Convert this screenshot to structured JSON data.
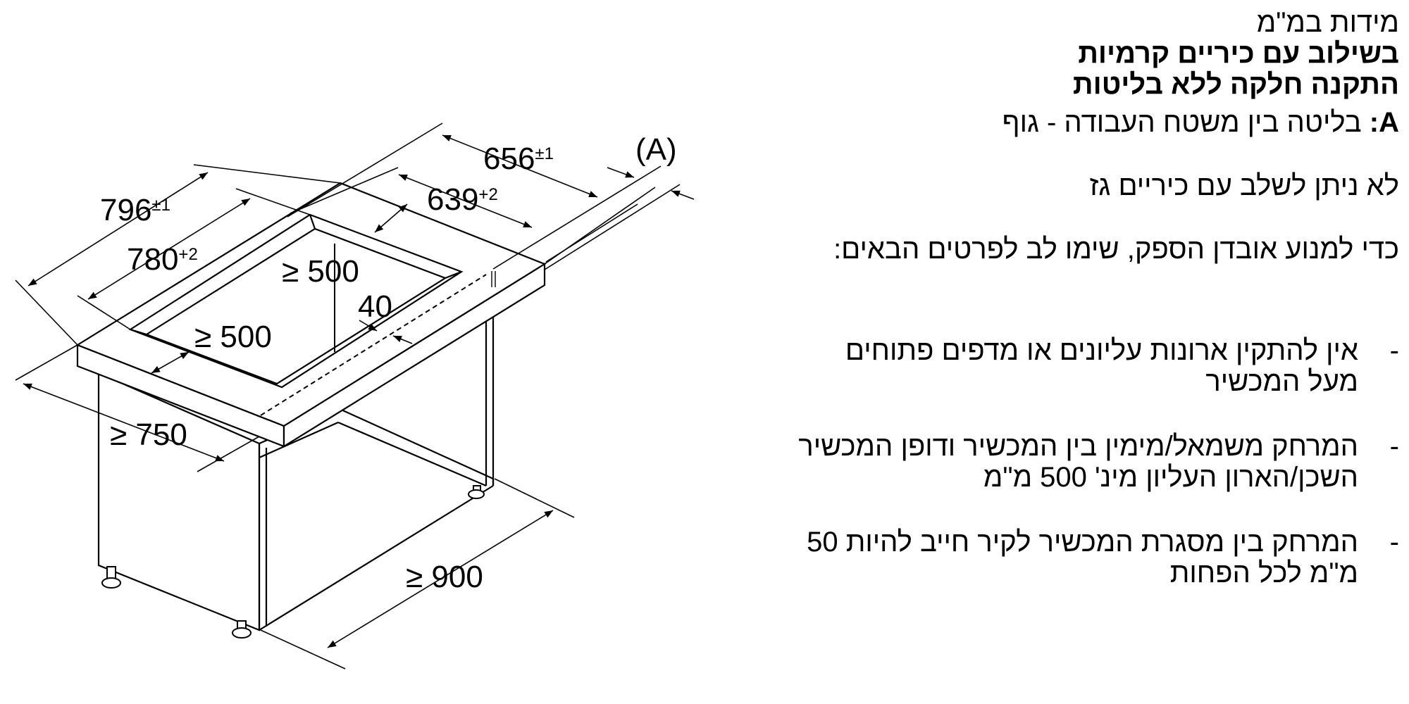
{
  "header": {
    "units": "מידות במ\"מ",
    "title_line1": "בשילוב עם כיריים קרמיות",
    "title_line2": "התקנה חלקה ללא בליטות"
  },
  "legend": {
    "key": "A:",
    "text": "בליטה בין משטח העבודה - גוף"
  },
  "notes": {
    "gas": "לא ניתן לשלב עם כיריים גז",
    "intro": "כדי למנוע אובדן הספק, שימו לב לפרטים הבאים:"
  },
  "bullets": [
    {
      "dash": "-",
      "text": "אין להתקין ארונות עליונים או מדפים פתוחים מעל המכשיר"
    },
    {
      "dash": "-",
      "text": "המרחק משמאל/מימין בין המכשיר ודופן המכשיר השכן/הארון העליון מינ' 500 מ\"מ"
    },
    {
      "dash": "-",
      "text": "המרחק בין מסגרת המכשיר לקיר חייב להיות 50 מ\"מ לכל הפחות"
    }
  ],
  "diagram": {
    "label_a": "(A)",
    "dims": {
      "d656": {
        "value": "656",
        "tol": "±1"
      },
      "d639": {
        "value": "639",
        "tol": "+2"
      },
      "d796": {
        "value": "796",
        "tol": "±1"
      },
      "d780": {
        "value": "780",
        "tol": "+2"
      },
      "clear_back": "≥ 500",
      "clear_side": "≥ 500",
      "d40": "40",
      "d750": "≥ 750",
      "d900": "≥ 900"
    }
  }
}
